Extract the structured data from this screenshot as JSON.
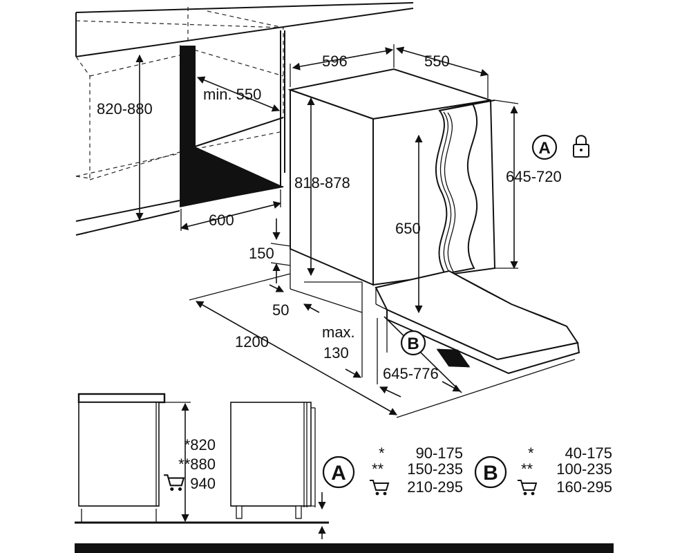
{
  "dimensions": {
    "niche_height": "820-880",
    "niche_depth_min": "min. 550",
    "niche_width": "600",
    "appliance_width": "596",
    "appliance_depth": "550",
    "appliance_height": "818-878",
    "door_height_a": "645-720",
    "inner_height": "650",
    "plinth_height": "150",
    "plinth_depth": "50",
    "door_clearance": "1200",
    "max_label": "max.",
    "max_value": "130",
    "door_height_b": "645-776"
  },
  "side_view": {
    "heights": [
      {
        "mark": "*",
        "value": "820"
      },
      {
        "mark": "**",
        "value": "880"
      },
      {
        "mark": "cart",
        "value": "940"
      }
    ]
  },
  "legend_a": {
    "label": "A",
    "rows": [
      {
        "mark": "*",
        "value": "90-175"
      },
      {
        "mark": "**",
        "value": "150-235"
      },
      {
        "mark": "cart",
        "value": "210-295"
      }
    ]
  },
  "legend_b": {
    "label": "B",
    "rows": [
      {
        "mark": "*",
        "value": "40-175"
      },
      {
        "mark": "**",
        "value": "100-235"
      },
      {
        "mark": "cart",
        "value": "160-295"
      }
    ]
  },
  "markers": {
    "a": "A",
    "b": "B"
  },
  "icons": [
    "lock-icon",
    "cart-icon",
    "double-arrow-icon"
  ]
}
